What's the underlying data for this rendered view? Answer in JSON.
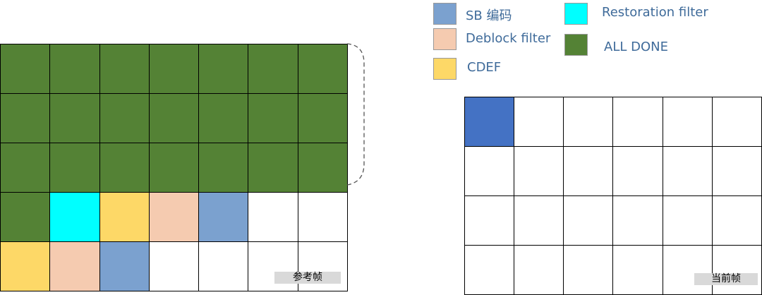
{
  "colors": {
    "sb_encode": "#7ba1cf",
    "deblock": "#f5cbb0",
    "cdef": "#fdd867",
    "restoration": "#00ffff",
    "all_done": "#548235",
    "current_sb": "#4472c4",
    "empty": "#ffffff"
  },
  "legend": [
    {
      "key": "sb_encode",
      "label": "SB 编码",
      "icon": "square-swatch"
    },
    {
      "key": "deblock",
      "label": "Deblock filter",
      "icon": "square-swatch"
    },
    {
      "key": "cdef",
      "label": "CDEF",
      "icon": "square-swatch"
    },
    {
      "key": "restoration",
      "label": "Restoration filter",
      "icon": "square-swatch"
    },
    {
      "key": "all_done",
      "label": "ALL DONE",
      "icon": "square-swatch"
    }
  ],
  "reference_frame": {
    "label": "参考帧",
    "cells": [
      [
        "all_done",
        "all_done",
        "all_done",
        "all_done",
        "all_done",
        "all_done",
        "all_done"
      ],
      [
        "all_done",
        "all_done",
        "all_done",
        "all_done",
        "all_done",
        "all_done",
        "all_done"
      ],
      [
        "all_done",
        "all_done",
        "all_done",
        "all_done",
        "all_done",
        "all_done",
        "all_done"
      ],
      [
        "all_done",
        "restoration",
        "cdef",
        "deblock",
        "sb_encode",
        "empty",
        "empty"
      ],
      [
        "cdef",
        "deblock",
        "sb_encode",
        "empty",
        "empty",
        "empty",
        "empty"
      ]
    ]
  },
  "current_frame": {
    "label": "当前帧",
    "cells": [
      [
        "current_sb",
        "empty",
        "empty",
        "empty",
        "empty",
        "empty"
      ],
      [
        "empty",
        "empty",
        "empty",
        "empty",
        "empty",
        "empty"
      ],
      [
        "empty",
        "empty",
        "empty",
        "empty",
        "empty",
        "empty"
      ],
      [
        "empty",
        "empty",
        "empty",
        "empty",
        "empty",
        "empty"
      ]
    ]
  }
}
